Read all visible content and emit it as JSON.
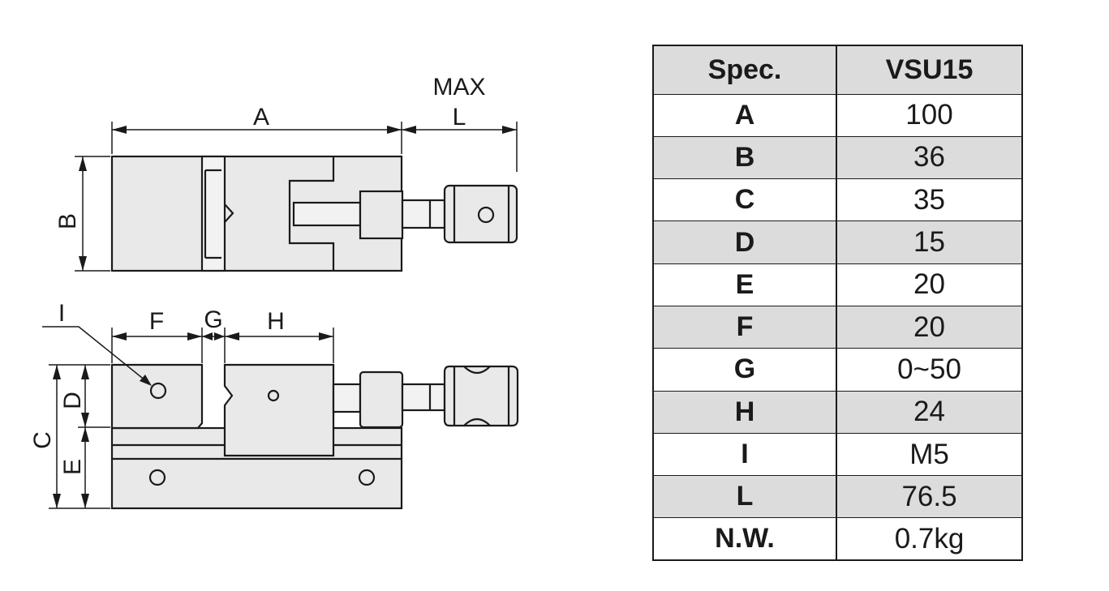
{
  "drawing": {
    "top_view_labels": {
      "dim_a": "A",
      "dim_l": "L",
      "max": "MAX",
      "dim_b": "B"
    },
    "side_view_labels": {
      "dim_i": "I",
      "dim_f": "F",
      "dim_g": "G",
      "dim_h": "H",
      "dim_c": "C",
      "dim_d": "D",
      "dim_e": "E"
    }
  },
  "table": {
    "header": {
      "key": "Spec.",
      "value": "VSU15"
    },
    "rows": [
      {
        "key": "A",
        "value": "100"
      },
      {
        "key": "B",
        "value": "36"
      },
      {
        "key": "C",
        "value": "35"
      },
      {
        "key": "D",
        "value": "15"
      },
      {
        "key": "E",
        "value": "20"
      },
      {
        "key": "F",
        "value": "20"
      },
      {
        "key": "G",
        "value": "0~50"
      },
      {
        "key": "H",
        "value": "24"
      },
      {
        "key": "I",
        "value": "M5"
      },
      {
        "key": "L",
        "value": "76.5"
      },
      {
        "key": "N.W.",
        "value": "0.7kg"
      }
    ]
  }
}
